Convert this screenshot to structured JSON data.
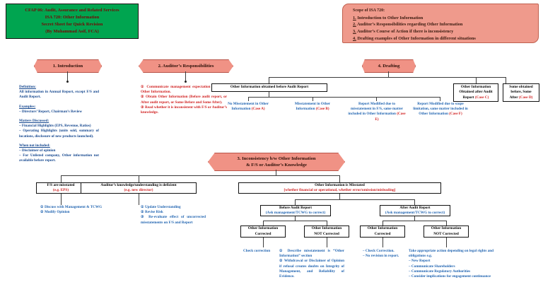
{
  "title_banner": {
    "line1": "CFAP 06: Audit, Assurance and Related Services",
    "line2": "ISA 720: Other Information",
    "line3": "Secret Sheet for Quick Revision",
    "line4": "(By Muhammad Asif, FCA)"
  },
  "scope_banner": {
    "heading": "Scope of ISA 720:",
    "items": [
      {
        "num": "1.",
        "text": "Introduction to Other Information"
      },
      {
        "num": "2.",
        "text": "Auditor’s Responsibilities regarding Other Information"
      },
      {
        "num": "3.",
        "text": "Auditor’s Course of Action if there is inconsistency"
      },
      {
        "num": "4.",
        "text": "Drafting examples of Other Information in different situations"
      }
    ]
  },
  "sections": {
    "introduction": {
      "chip": "1. Introduction"
    },
    "responsibilities": {
      "chip": "2. Auditor’s Responsibilities"
    },
    "inconsistency": {
      "chip_line1": "3. Inconsistency b/w Other Information",
      "chip_line2": "& F/S or Auditor’s Knowledge"
    },
    "drafting": {
      "chip": "4. Drafting"
    }
  },
  "introduction": {
    "definition_heading": "Definition:",
    "definition_body": "All information in Annual Report, except F/S and Audit Report.",
    "examples_heading": "Examples:",
    "examples_body": "– Directors’ Report, Chairman’s Review",
    "matters_heading": "Matters Discussed:",
    "matters_item1": "– Financial Highlights (EPS, Revenue, Ratios)",
    "matters_item2": "– Operating Highlights (units sold, summary of locations, disclosure of new products launched).",
    "not_included_heading": "When not included:",
    "not_included_item1": "– Disclaimer of opinion",
    "not_included_item2": "– For Unlisted company, Other information not available before report."
  },
  "responsibilities": {
    "item1": "①  Communicate management expectation to obtain Other Information.",
    "item2": "② Obtain Other Information (Before audit report, or After audit report, or Some Before and Some After).",
    "item3": "③ Read whether it is inconsistent with F/S or Auditor’s knowledge."
  },
  "drafting": {
    "main_box": "Other Information obtained before Audit Report",
    "after_box_line1": "Other Information",
    "after_box_line2": "Obtained after Audit",
    "after_box_line3": "Report",
    "after_box_case": "(Case C)",
    "mixed_box_line1": "Some obtained",
    "mixed_box_line2": "before, Some",
    "mixed_box_line3": "After",
    "mixed_box_case": "(Case D)",
    "cases": [
      {
        "text": "No Misstatement in Other Information",
        "case": "(Case A)"
      },
      {
        "text": "Misstatement in Other Information",
        "case": "(Case B)"
      },
      {
        "text": "Report Modified due to misstatement in F/S, same matter included in Other Information",
        "case": "(Case E)"
      },
      {
        "text": "Report Modified due to scope limitation, same matter included in Other Information",
        "case": "(Case F)"
      }
    ]
  },
  "inconsistency": {
    "branch1": {
      "title": "F/S are misstated",
      "subtitle": "(e.g. EPS)",
      "actions": "① Discuss with Management & TCWG\n② Modify Opinion"
    },
    "branch2": {
      "title": "Auditor’s knowledge/understanding is deficient",
      "subtitle": "(e.g. new director)",
      "action1": "① Update Understanding",
      "action2": "② Revise Risk",
      "action3": "③  Re-evaluate effect of uncorrected misstatements on F/S and Report"
    },
    "branch3": {
      "title": "Other Information is Misstated",
      "subtitle": "[whether financial or operational, whether error/omission/misleading]",
      "before": {
        "title": "Before Audit Report",
        "subtitle": "(Ask management/TCWG to correct)",
        "corrected_box_l1": "Other Information",
        "corrected_box_l2": "Corrected",
        "not_corrected_box_l1": "Other Information",
        "not_corrected_box_l2": "NOT Corrected",
        "corrected_note": "Check correction",
        "not_corrected_note1": "①  Describe misstatement is “Other Information” section",
        "not_corrected_note2": "② Withdrawal or Disclaimer of Opinion  if refusal creates doubts on Integrity of Management, and Reliability of Evidence."
      },
      "after": {
        "title": "After Audit Report",
        "subtitle": "(Ask management/TCWG to correct)",
        "corrected_box_l1": "Other Information",
        "corrected_box_l2": "Corrected",
        "not_corrected_box_l1": "Other Information",
        "not_corrected_box_l2": "NOT Corrected",
        "corrected_note1": "– Check Correction.",
        "corrected_note2": "– No revision in report.",
        "not_corrected_note_head": "Take appropriate action depending on legal rights and obligations e.g.",
        "not_corrected_items": [
          "– New Report",
          "– Communicate Shareholders",
          "– Communicate Regulatory Authorities",
          "– Consider implications for engagement continuance"
        ]
      }
    }
  }
}
